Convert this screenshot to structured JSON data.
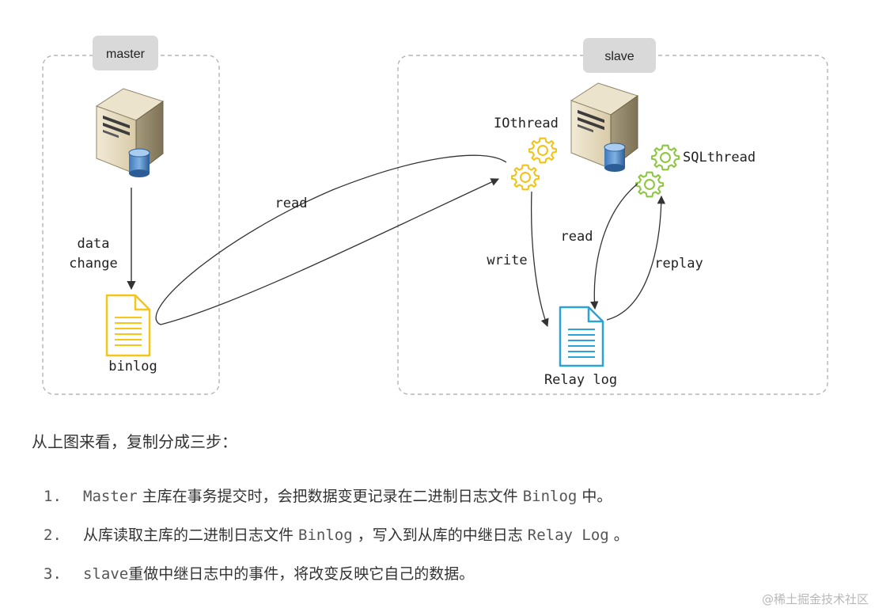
{
  "diagram": {
    "master_box_label": "master",
    "slave_box_label": "slave",
    "master_flow_label_line1": "data",
    "master_flow_label_line2": "change",
    "binlog_label": "binlog",
    "read_label": "read",
    "iothread_label": "IOthread",
    "sqlthread_label": "SQLthread",
    "write_label": "write",
    "slave_read_label": "read",
    "replay_label": "replay",
    "relaylog_label": "Relay log",
    "colors": {
      "binlog_doc": "#f5c518",
      "relaylog_doc": "#2aa3d8",
      "io_gear": "#f2c314",
      "sql_gear": "#8cc63f",
      "dashed_border": "#b5b5b5",
      "tag_bg": "#d9d9d9"
    },
    "icons": [
      "server-icon",
      "database-icon",
      "document-icon",
      "gear-icon"
    ]
  },
  "text": {
    "intro": "从上图来看，复制分成三步：",
    "steps": [
      {
        "num": "1.",
        "parts": [
          "Master",
          " 主库在事务提交时，会把数据变更记录在二进制日志文件 ",
          "Binlog",
          " 中。"
        ]
      },
      {
        "num": "2.",
        "parts": [
          "从库读取主库的二进制日志文件 ",
          "Binlog",
          " ，写入到从库的中继日志 ",
          "Relay Log",
          " 。"
        ]
      },
      {
        "num": "3.",
        "parts": [
          "slave",
          "重做中继日志中的事件，将改变反映它自己的数据。"
        ]
      }
    ],
    "watermark": "@稀土掘金技术社区"
  }
}
